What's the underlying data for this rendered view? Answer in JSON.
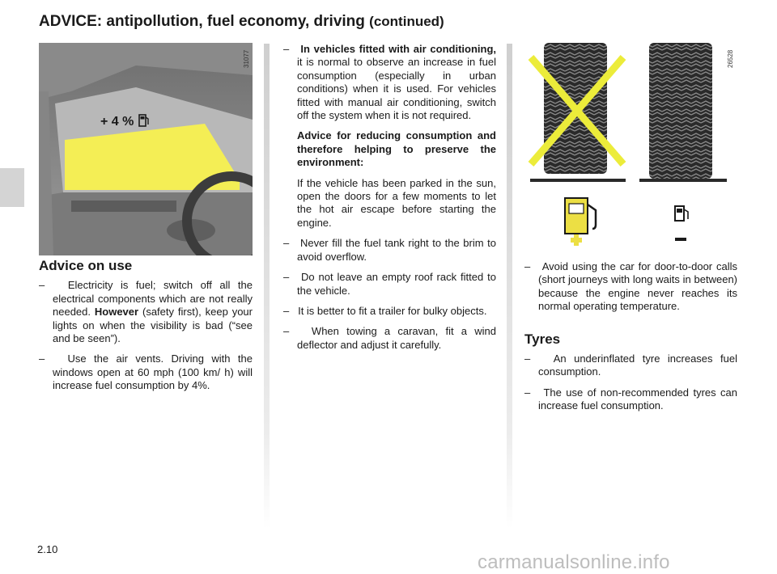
{
  "header": {
    "title": "ADVICE: antipollution, fuel economy, driving",
    "title_suffix": "(continued)"
  },
  "figures": {
    "window_ref": "31077",
    "window_callout": "+ 4 %",
    "tyre_ref": "26528",
    "plus_sign": "+",
    "minus_sign": "–"
  },
  "left_column": {
    "heading": "Advice on use",
    "items": [
      {
        "lead": "Electricity is fuel; switch off all the electrical components which are not really needed.",
        "emphasis": "However",
        "rest": "(safety first), keep your lights on when the visibility is bad (“see and be seen”)."
      },
      {
        "text": "Use the air vents. Driving with the windows open at 60 mph (100 km/ h) will increase fuel consumption by 4%."
      }
    ]
  },
  "middle_column": {
    "ac_item": {
      "bold": "In vehicles fitted with air condi­tioning,",
      "text": "it is normal to observe an increase in fuel consumption (espe­cially in urban conditions) when it is used. For vehicles fitted with manual air conditioning, switch off the system when it is not required."
    },
    "advice_heading": "Advice for reducing consumption and therefore helping to preserve the environment:",
    "advice_text": "If the vehicle has been parked in the sun, open the doors for a few mo­ments to let the hot air escape before starting the engine.",
    "items": [
      "Never fill the fuel tank right to the brim to avoid overflow.",
      "Do not leave an empty roof rack fitted to the vehicle.",
      "It is better to fit a trailer for bulky ob­jects.",
      "When towing a caravan, fit a wind deflector and adjust it carefully."
    ]
  },
  "right_column": {
    "item": "Avoid using the car for door-to-door calls (short journeys with long waits in between) because the engine never reaches its normal operating temperature.",
    "tyres_heading": "Tyres",
    "tyres_items": [
      "An underinflated tyre increases fuel consumption.",
      "The use of non-recommended tyres can increase fuel consumption."
    ]
  },
  "page_number": "2.10",
  "dash": "–",
  "watermark": "carmanualsonline.info",
  "colors": {
    "highlight_yellow": "#f4ee55",
    "cross_yellow": "#ecec3a",
    "fuel_icon_yellow": "#ecdf44",
    "rule_gray": "#cfcfcf"
  }
}
